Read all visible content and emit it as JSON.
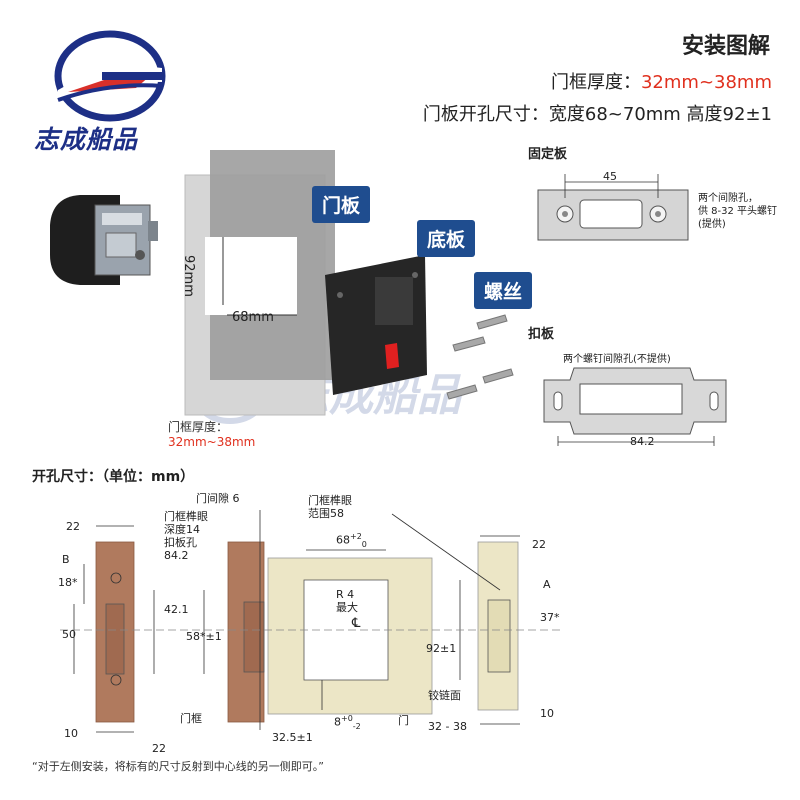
{
  "header": {
    "title": "安装图解",
    "frame_thickness_label": "门框厚度：",
    "frame_thickness_value": "32mm~38mm",
    "cutout_line": "门板开孔尺寸：宽度68~70mm  高度92±1"
  },
  "brand": {
    "name": "志成船品"
  },
  "callouts": {
    "door_panel": "门板",
    "base_plate": "底板",
    "screws": "螺丝"
  },
  "door_dims": {
    "height": "92mm",
    "width": "68mm"
  },
  "frame_note": {
    "label": "门框厚度：",
    "value": "32mm~38mm"
  },
  "fixed_plate": {
    "title": "固定板",
    "dim_45": "45",
    "note_line1": "两个间隙孔，",
    "note_line2": "供 8-32 平头螺钉",
    "note_line3": "(提供)"
  },
  "strike_plate": {
    "title": "扣板",
    "note": "两个螺钉间隙孔(不提供)",
    "dim": "84.2"
  },
  "cutout_section": {
    "title": "开孔尺寸：（单位：mm）",
    "labels": {
      "d22_top": "22",
      "b": "B",
      "d18": "18*",
      "d50": "50",
      "d10": "10",
      "d22_bottom": "22",
      "mortise_depth_1": "门框榫眼",
      "mortise_depth_2": "深度14",
      "strike_hole_1": "扣板孔",
      "strike_hole_2": "84.2",
      "d42": "42.1",
      "d58": "58*±1",
      "door_frame": "门框",
      "door_gap": "门间隙 6",
      "mortise_range_1": "门框榫眼",
      "mortise_range_2": "范围58",
      "d68": "68",
      "d68_tol": "+2",
      "d68_tol2": "0",
      "r4": "R 4",
      "max": "最大",
      "cl": "℄",
      "d92": "92±1",
      "hinge_face": "铰链面",
      "door": "门",
      "d8": "8",
      "d8_tol": "+0",
      "d8_tol2": "-2",
      "d32_5": "32.5±1",
      "d22_right": "22",
      "a": "A",
      "d37": "37*",
      "d10_right": "10",
      "d32_38": "32 - 38"
    }
  },
  "footnote": "“对于左侧安装，将标有的尺寸反射到中心线的另一侧即可。”",
  "colors": {
    "callout_bg": "#1f4d8f",
    "accent_red": "#e0301e",
    "brand_blue": "#1d2f86",
    "frame_brown": "#b07a5e",
    "door_cream": "#ece6c6"
  }
}
